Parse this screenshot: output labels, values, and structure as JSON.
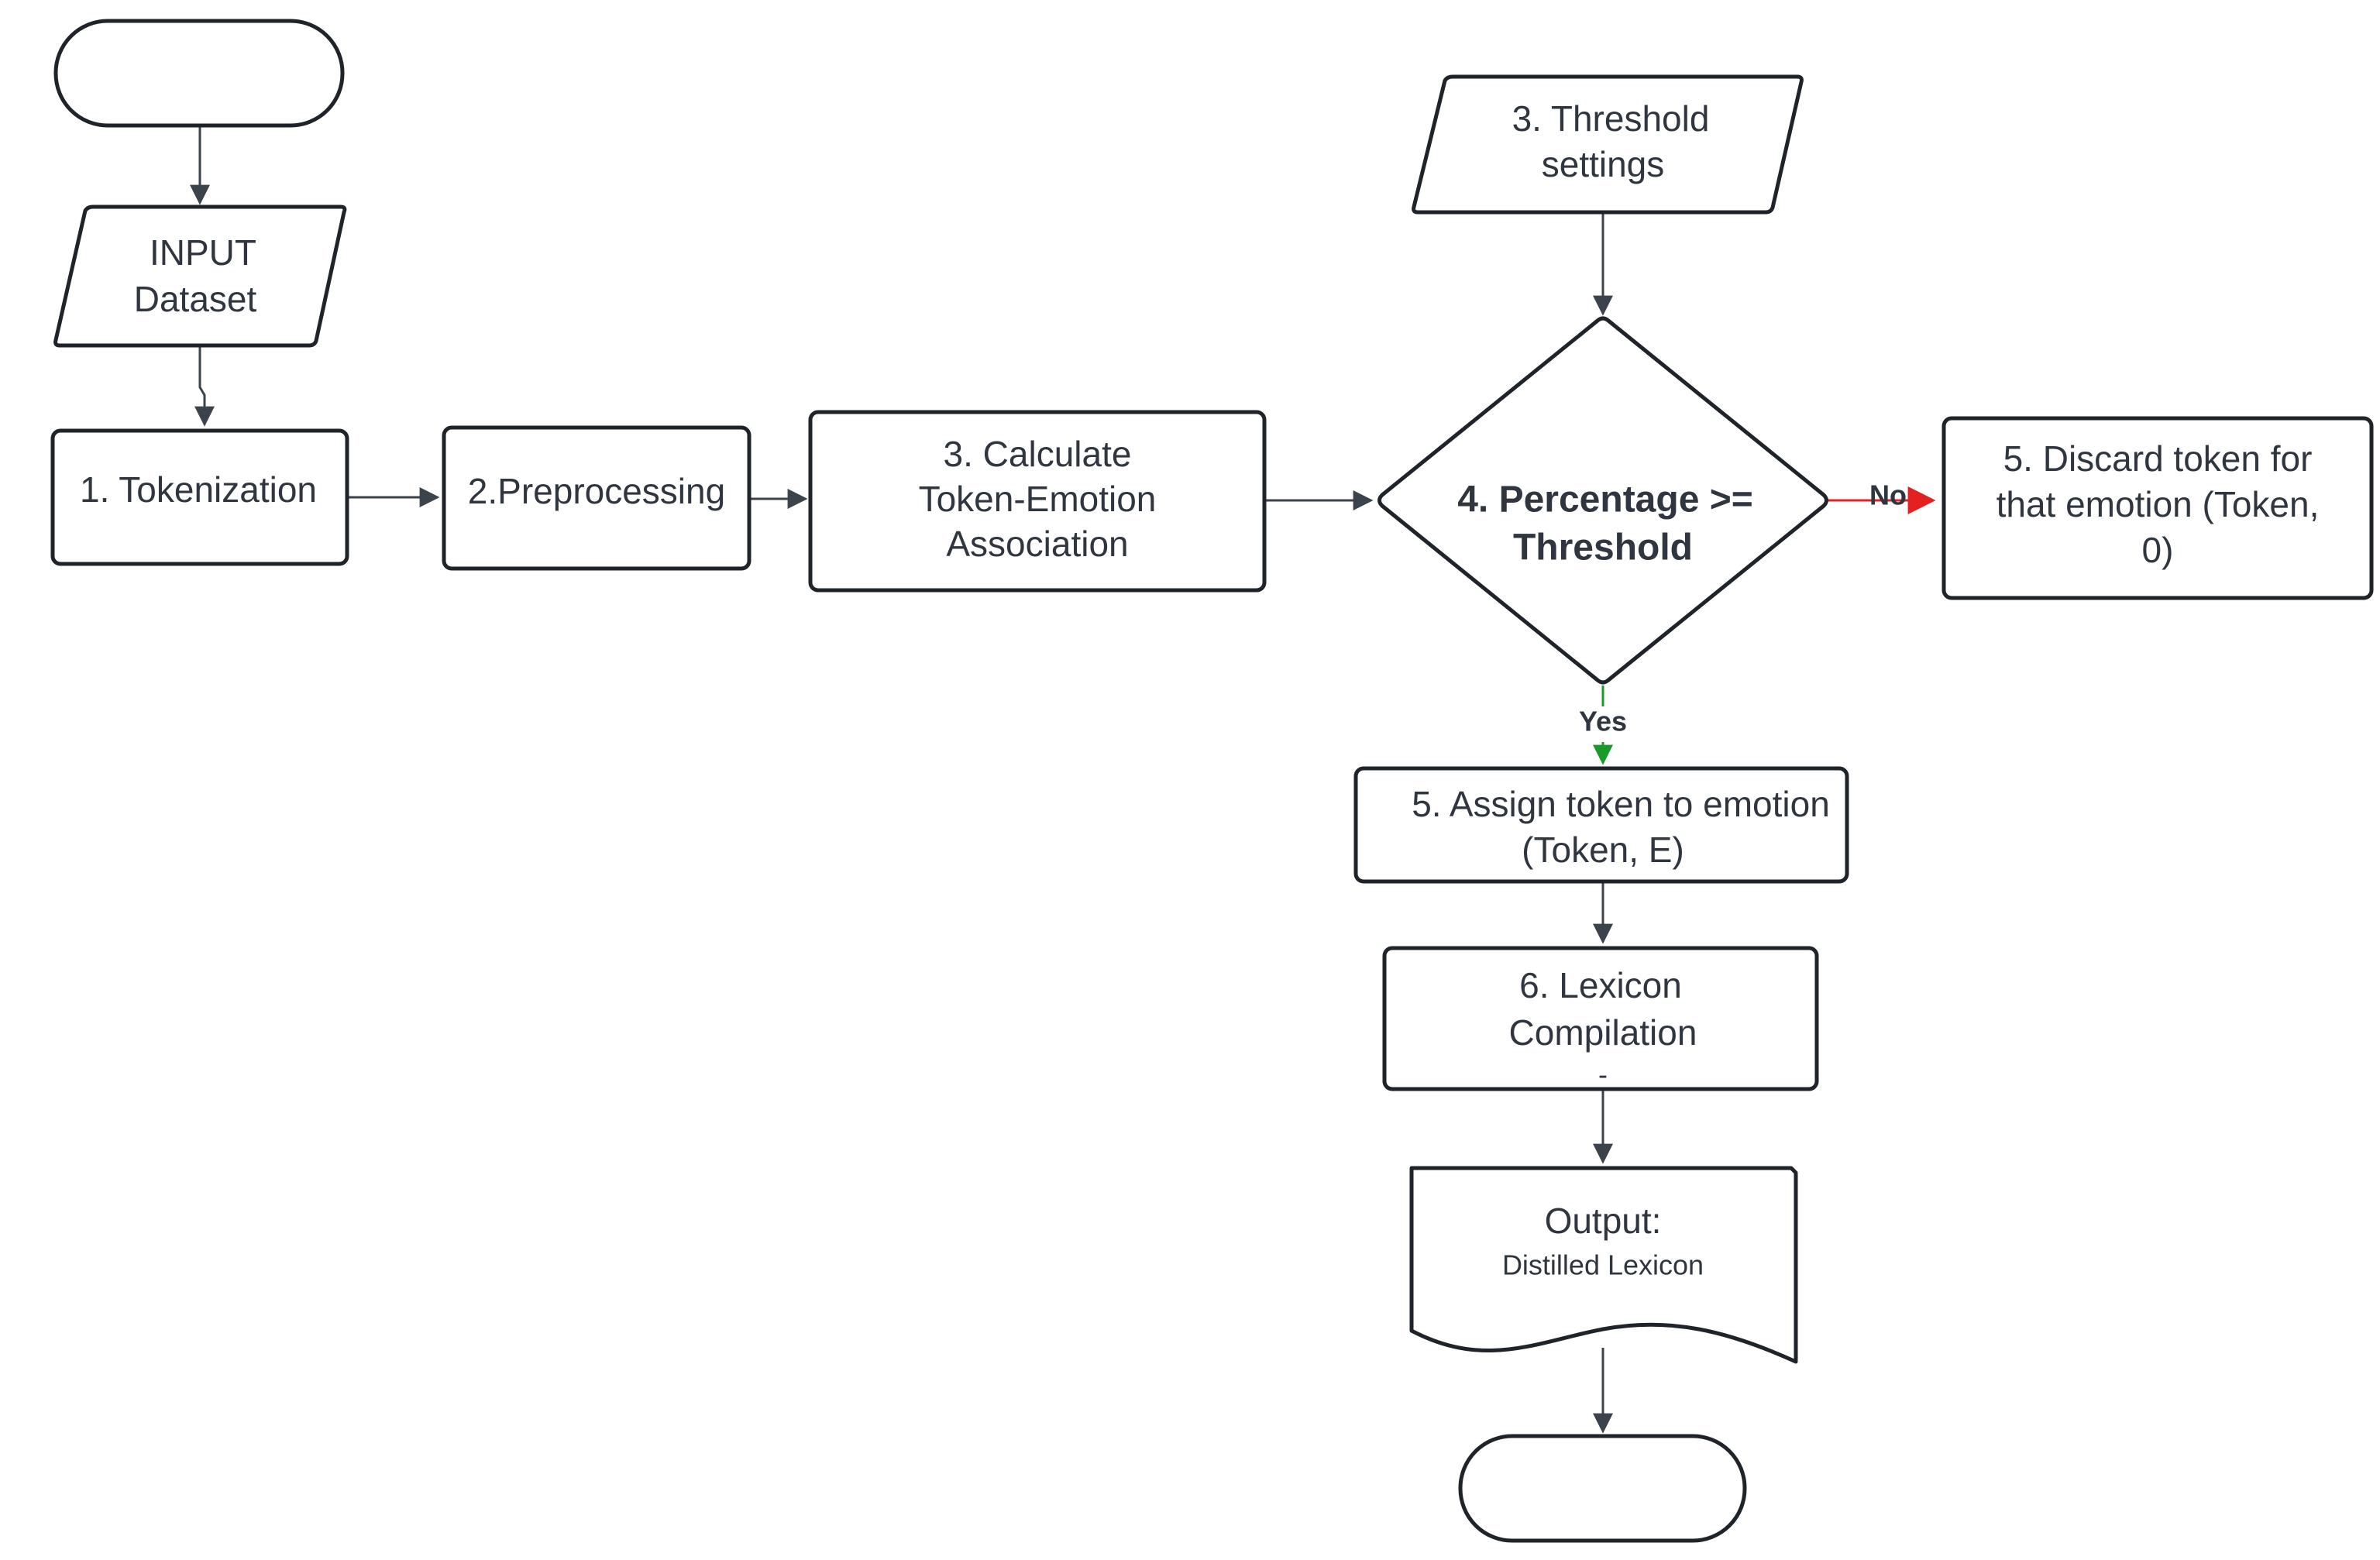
{
  "colors": {
    "stroke": "#1f242b",
    "text": "#2f3640",
    "connector": "#3b434d",
    "yes_branch": "#1a9a2a",
    "no_branch": "#e52020"
  },
  "diagram": {
    "start_terminal": {
      "label": ""
    },
    "input_dataset": {
      "line1": "INPUT",
      "line2": "Dataset"
    },
    "tokenization": {
      "label": "1. Tokenization"
    },
    "preprocessing": {
      "label": "2.Preprocessing"
    },
    "calculate_association": {
      "line1": "3. Calculate",
      "line2": "Token-Emotion",
      "line3": "Association"
    },
    "threshold_settings": {
      "line1": "3. Threshold",
      "line2": "settings"
    },
    "decision": {
      "line1": "4. Percentage >=",
      "line2": "Threshold"
    },
    "discard_token": {
      "line1": "5. Discard token for",
      "line2": "that emotion (Token,",
      "line3": "0)"
    },
    "assign_token": {
      "line1": "5. Assign token to emotion",
      "line2": "(Token, E)"
    },
    "lexicon_compilation": {
      "line1": "6. Lexicon",
      "line2": "Compilation",
      "marker": "-"
    },
    "output_document": {
      "line1": "Output:",
      "line2": "Distilled Lexicon"
    },
    "end_terminal": {
      "label": ""
    },
    "branch_labels": {
      "yes": "Yes",
      "no": "No"
    }
  }
}
